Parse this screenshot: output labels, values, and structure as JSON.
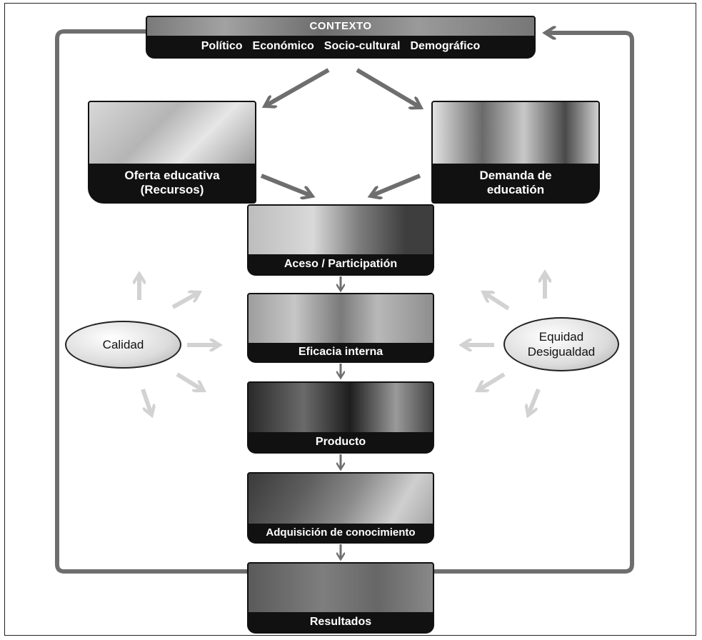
{
  "context": {
    "title": "CONTEXTO",
    "items": [
      "Político",
      "Económico",
      "Socio-cultural",
      "Demográfico"
    ]
  },
  "offer": {
    "line1": "Oferta educativa",
    "line2": "(Recursos)"
  },
  "demand": {
    "line1": "Demanda de",
    "line2": "educatión"
  },
  "stages": [
    "Aceso / Participatión",
    "Eficacia interna",
    "Producto",
    "Adquisición de conocimiento",
    "Resultados"
  ],
  "quality": {
    "label": "Calidad"
  },
  "equity": {
    "line1": "Equidad",
    "line2": "Desigualdad"
  },
  "colors": {
    "arrow_dark": "#6e6e6e",
    "arrow_light": "#d2d2d2",
    "label_bg": "#111111"
  }
}
